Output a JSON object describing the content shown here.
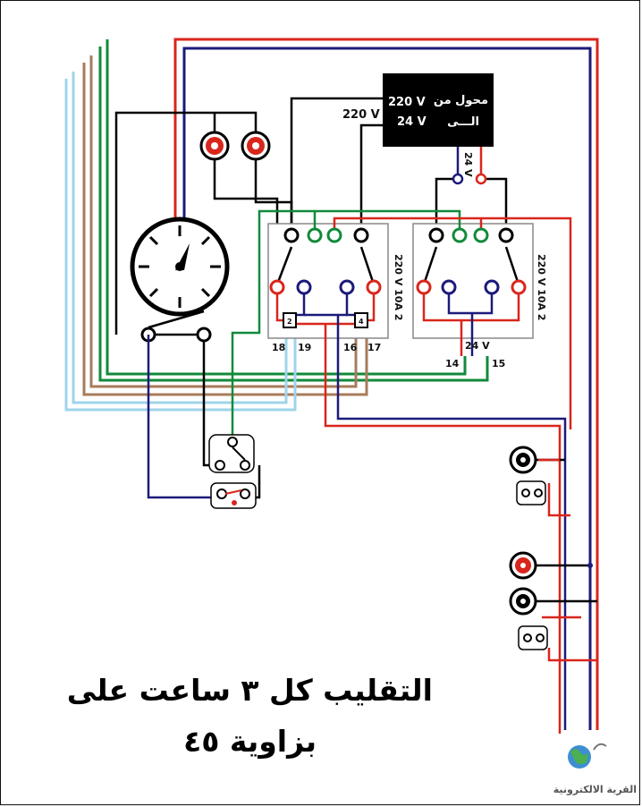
{
  "transformer": {
    "line1_left": "220 V",
    "line1_right": "محول من",
    "line2_left": "24 V",
    "line2_right": "الـــى",
    "input_label": "220 V",
    "output_label": "24 V"
  },
  "relay_left": {
    "rating": "220 V 10A 2",
    "terminals": [
      "18",
      "19",
      "16",
      "17"
    ],
    "coil_marks": [
      "2",
      "4"
    ]
  },
  "relay_right": {
    "rating": "220 V 10A 2",
    "terminals": [
      "14",
      "24 V",
      "15"
    ]
  },
  "caption": {
    "line1": "التقليب كل ٣ ساعت على",
    "line2": "بزاوية ٤٥"
  },
  "logo": {
    "text": "القرية الالكترونية"
  },
  "colors": {
    "red": "#d9261c",
    "navy": "#1c1a7a",
    "green": "#118a3a",
    "brown": "#a87b5a",
    "lightblue": "#9fd4ea",
    "black": "#000000"
  }
}
